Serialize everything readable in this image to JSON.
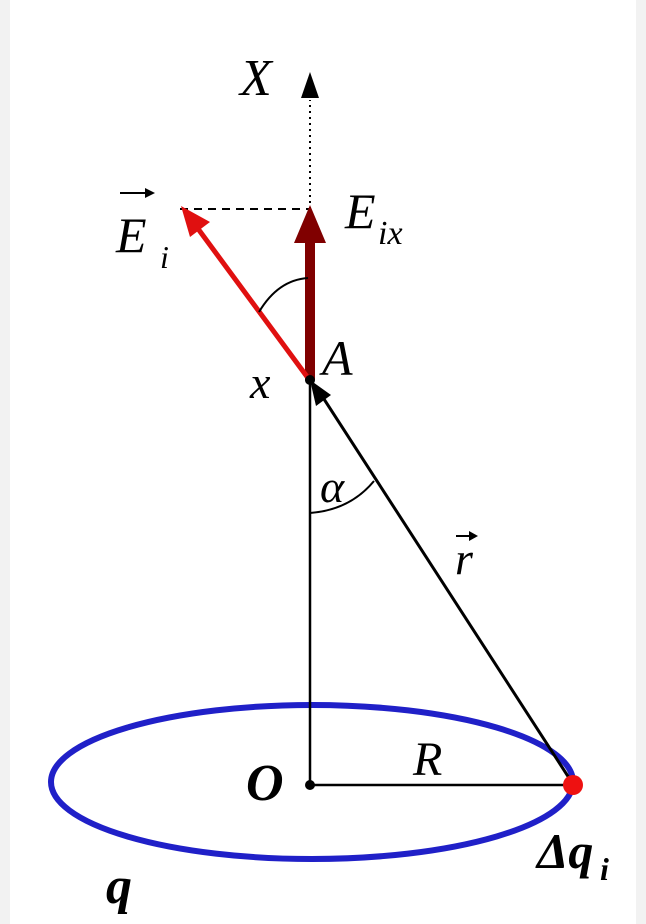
{
  "labels": {
    "axis": "X",
    "field_vector": "E",
    "field_vector_sub": "i",
    "component": "E",
    "component_sub": "ix",
    "point": "A",
    "distance": "x",
    "angle": "α",
    "radius_vector": "r",
    "origin": "O",
    "radius": "R",
    "charge_element": "Δq",
    "charge_element_sub": "i",
    "total_charge": "q"
  },
  "colors": {
    "ring": "#2020c8",
    "field_vector": "#e01010",
    "component": "#800000",
    "charge_point": "#ee1111",
    "line": "#000000"
  }
}
